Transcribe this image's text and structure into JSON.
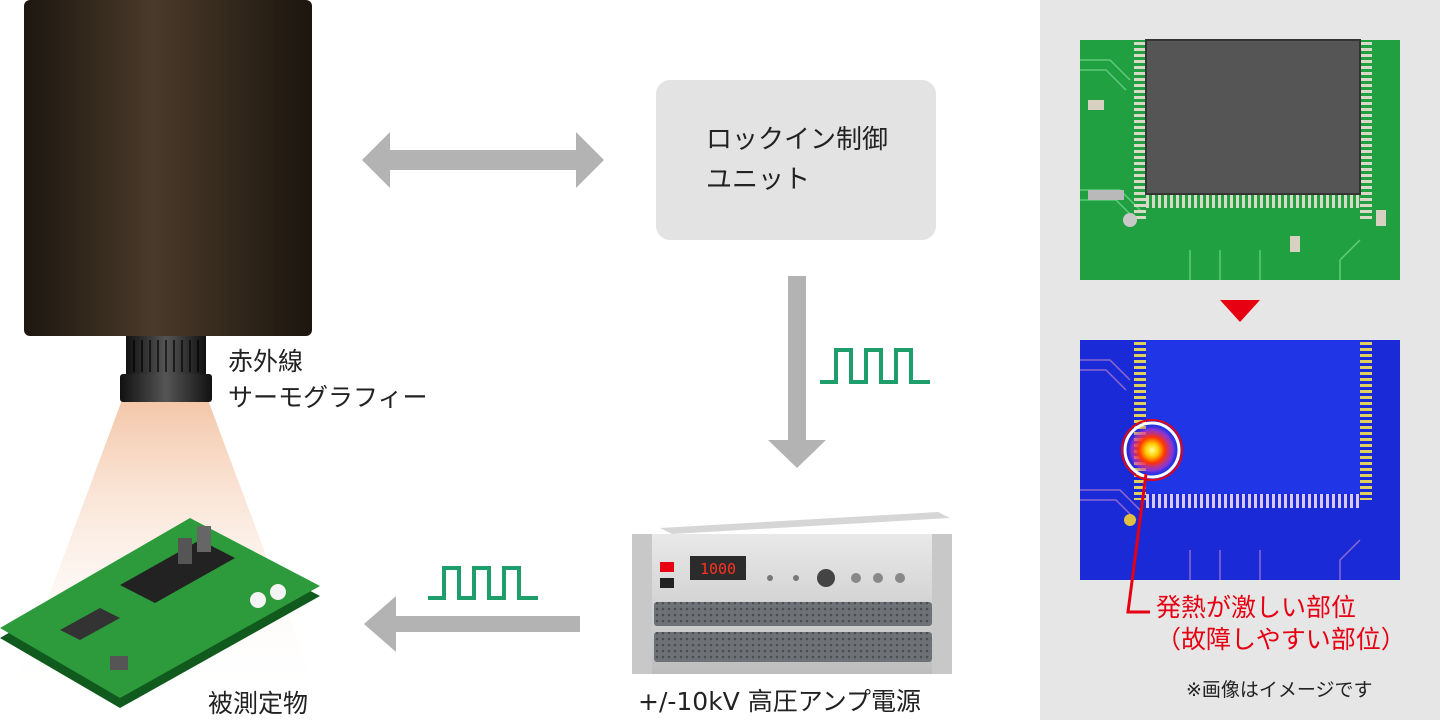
{
  "lockin_unit": {
    "line1": "ロックイン制御",
    "line2": "ユニット"
  },
  "camera": {
    "line1": "赤外線",
    "line2": "サーモグラフィー"
  },
  "device_under_test": {
    "label": "被測定物"
  },
  "amplifier": {
    "label": "+/-10kV 高圧アンプ電源",
    "display_value": "1000"
  },
  "result": {
    "line1": "発熱が激しい部位",
    "line2": "（故障しやすい部位）"
  },
  "note": "※画像はイメージです",
  "colors": {
    "arrow_gray": "#b3b3b3",
    "pulse_green": "#1e9e6a",
    "highlight_red": "#e60012",
    "panel_gray": "#e6e6e6",
    "pcb_green": "#20a040",
    "thermal_blue": "#1a2ad6"
  }
}
